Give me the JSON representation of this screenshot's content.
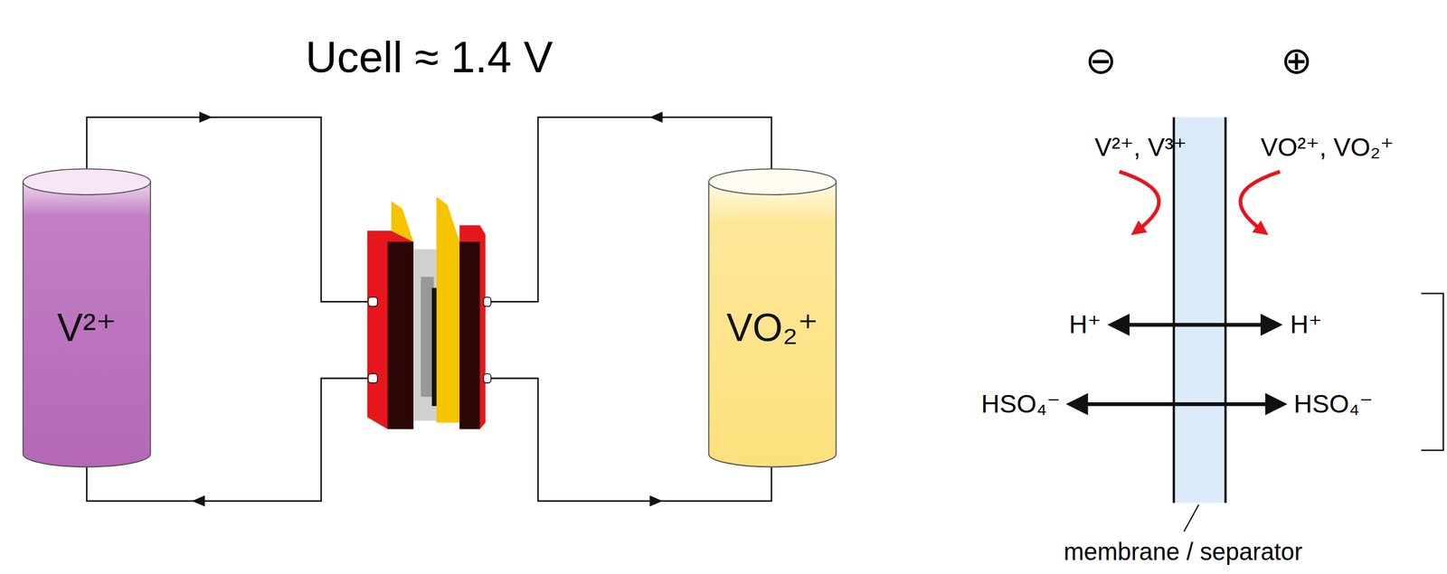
{
  "diagram": {
    "nodes": [
      {
        "text": [
          "V²⁺"
        ]
      },
      {
        "text": [
          "VO₂⁺"
        ]
      }
    ],
    "labels": [
      "Ucell ≈ 1.4 V",
      "⊖",
      "⊕",
      "V²⁺, V³⁺",
      "VO²⁺, VO₂⁺",
      "H⁺",
      "H⁺",
      "HSO₄⁻",
      "HSO₄⁻",
      "membrane / separator"
    ]
  }
}
